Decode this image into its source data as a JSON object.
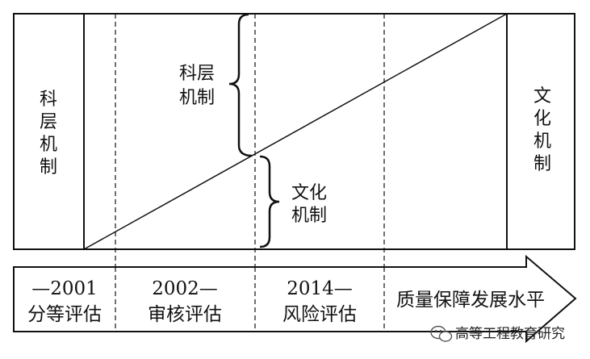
{
  "left_label": [
    "科",
    "层",
    "机",
    "制"
  ],
  "right_label": [
    "文",
    "化",
    "机",
    "制"
  ],
  "upper_brace_label": [
    "科层",
    "机制"
  ],
  "lower_brace_label": [
    "文化",
    "机制"
  ],
  "phases": [
    {
      "line1": "—2001",
      "line2": "分等评估"
    },
    {
      "line1": "2002—",
      "line2": "审核评估"
    },
    {
      "line1": "2014—",
      "line2": "风险评估"
    },
    {
      "line1": "质量保障发展水平",
      "line2": ""
    }
  ],
  "watermark": "高等工程教育研究",
  "colors": {
    "line": "#111111",
    "background": "#ffffff"
  },
  "icons": {
    "watermark": "wechat-icon"
  }
}
